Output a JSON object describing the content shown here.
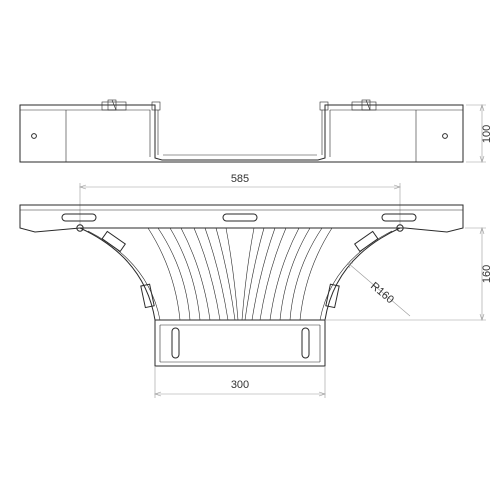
{
  "dimensions": {
    "width_total": "585",
    "height_side": "100",
    "radius": "R160",
    "height_branch": "160",
    "width_branch": "300"
  },
  "colors": {
    "line": "#2a2a2a",
    "dimension_line": "#9a9a9a",
    "background": "#ffffff"
  }
}
